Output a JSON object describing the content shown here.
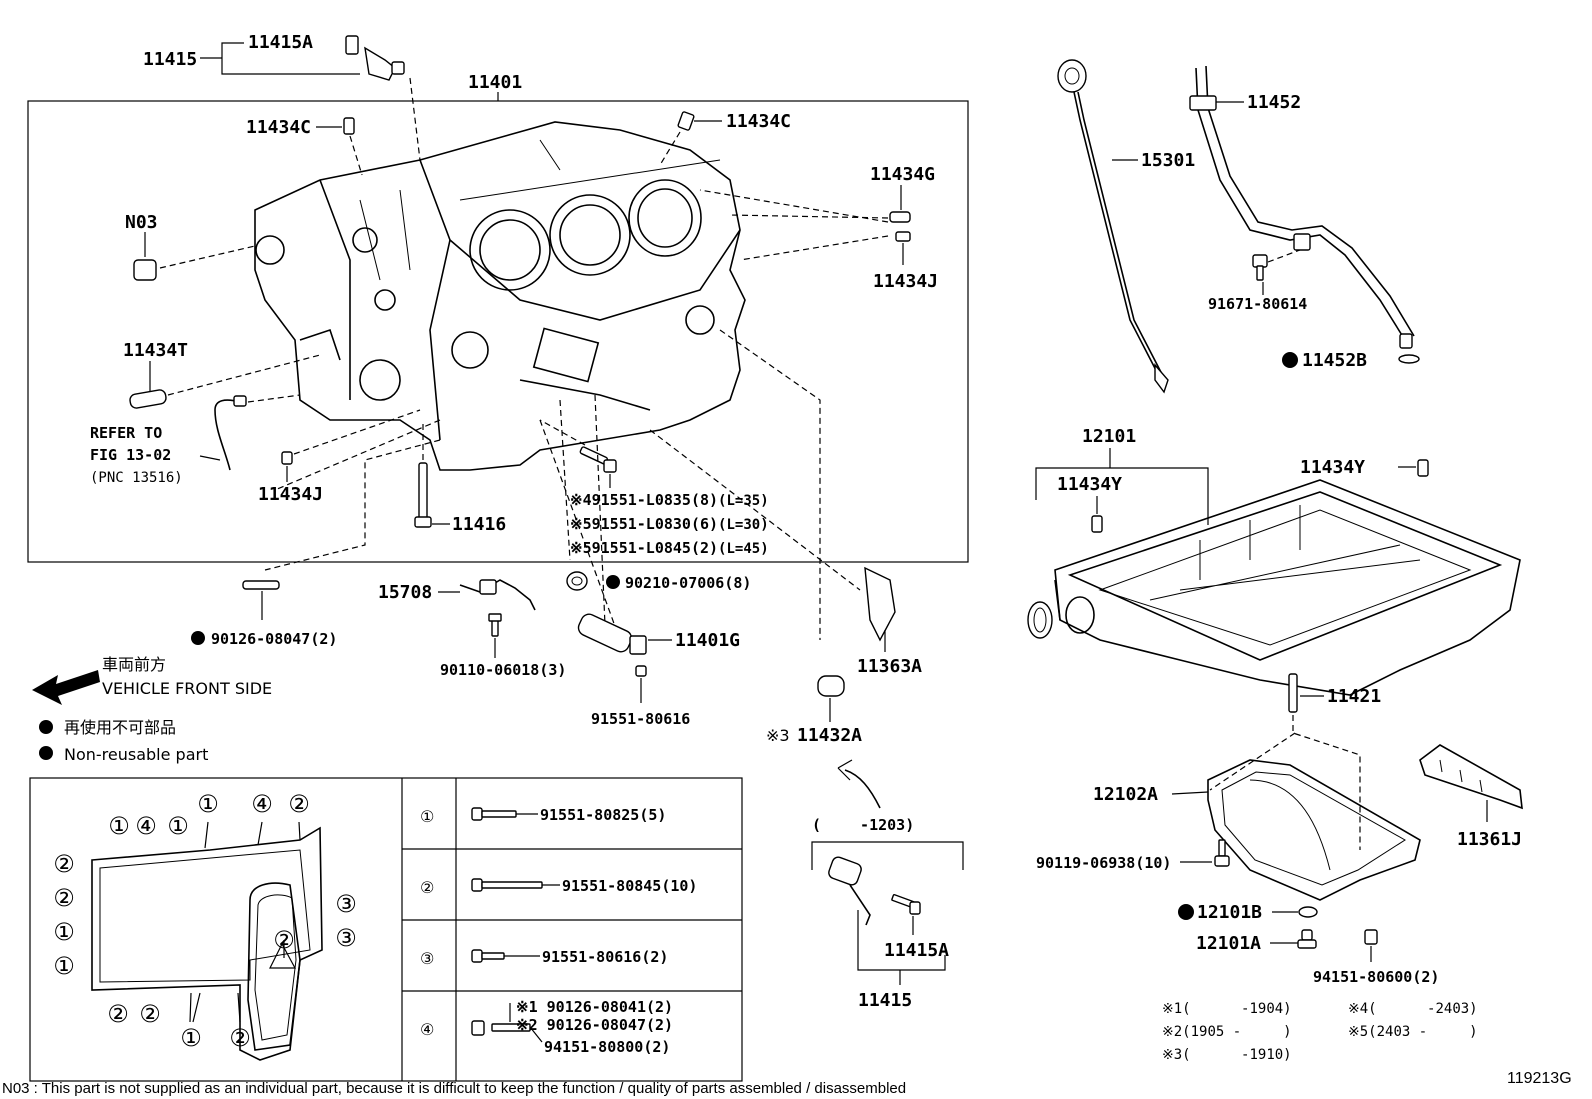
{
  "engine_block": {
    "box_label": "11401",
    "group_11415_left": "11415",
    "bolt_11415A_left": "11415A",
    "plug_11434C_left": "11434C",
    "plug_11434C_right": "11434C",
    "pin_11434G": "11434G",
    "pin_11434J_right": "11434J",
    "n03": "N03",
    "pin_11434T": "11434T",
    "refer_line1": "REFER TO",
    "refer_line2": "FIG 13-02",
    "refer_line3": "(PNC 13516)",
    "pin_11434J_left": "11434J",
    "bolt_11416": "11416",
    "bolts": [
      {
        "mark": "※4",
        "part": "91551-L0835(8)",
        "len": "(L=35)"
      },
      {
        "mark": "※5",
        "part": "91551-L0830(6)",
        "len": "(L=30)"
      },
      {
        "mark": "※5",
        "part": "91551-L0845(2)",
        "len": "(L=45)"
      }
    ]
  },
  "dipstick": {
    "guide_11452": "11452",
    "gauge_15301": "15301",
    "bolt_91671": "91671-80614",
    "oring_11452B": "11452B"
  },
  "lower": {
    "gasket_90210": "90210-07006(8)",
    "stud_90126": "90126-08047(2)",
    "bracket_15708": "15708",
    "bolt_90110": "90110-06018(3)",
    "sensor_11401G": "11401G",
    "bolt_91551_80616": "91551-80616",
    "plug_11432A_mark": "※3",
    "plug_11432A": "11432A",
    "bearing_cap_11363A": "11363A"
  },
  "legend": {
    "front_jp": "車両前方",
    "front_en": "VEHICLE FRONT SIDE",
    "nonreuse_jp": "再使用不可部品",
    "nonreuse_en": "Non-reusable part"
  },
  "inset": {
    "callouts": [
      "①",
      "④",
      "①",
      "①",
      "④",
      "②",
      "②",
      "②",
      "①",
      "①",
      "③",
      "③",
      "②",
      "②",
      "①",
      "②",
      "②"
    ],
    "rows": [
      {
        "num": "①",
        "parts": [
          "91551-80825(5)"
        ]
      },
      {
        "num": "②",
        "parts": [
          "91551-80845(10)"
        ]
      },
      {
        "num": "③",
        "parts": [
          "91551-80616(2)"
        ]
      },
      {
        "num": "④",
        "parts": [
          "※1 90126-08041(2)",
          "※2 90126-08047(2)",
          "94151-80800(2)"
        ]
      }
    ]
  },
  "kit": {
    "range": "(　　 -1203)",
    "bolt_11415A": "11415A",
    "group_11415": "11415"
  },
  "oil_pan": {
    "upper_12101": "12101",
    "pin_11434Y_left": "11434Y",
    "pin_11434Y_right": "11434Y",
    "stud_11421": "11421",
    "baffle_11361J": "11361J",
    "lower_12102A": "12102A",
    "bolt_90119": "90119-06938(10)",
    "gasket_12101B": "12101B",
    "plug_12101A": "12101A",
    "nut_94151": "94151-80600(2)"
  },
  "notes": [
    {
      "mark": "※1",
      "range": "(　　　 -1904)"
    },
    {
      "mark": "※4",
      "range": "(　　　 -2403)"
    },
    {
      "mark": "※2",
      "range": "(1905 -　　　)"
    },
    {
      "mark": "※5",
      "range": "(2403 -　　　)"
    },
    {
      "mark": "※3",
      "range": "(　　　 -1910)"
    }
  ],
  "footnote": "N03 : This part is not supplied as an individual part, because it is difficult to keep the function / quality of parts  assembled / disassembled",
  "figure_id": "119213G"
}
